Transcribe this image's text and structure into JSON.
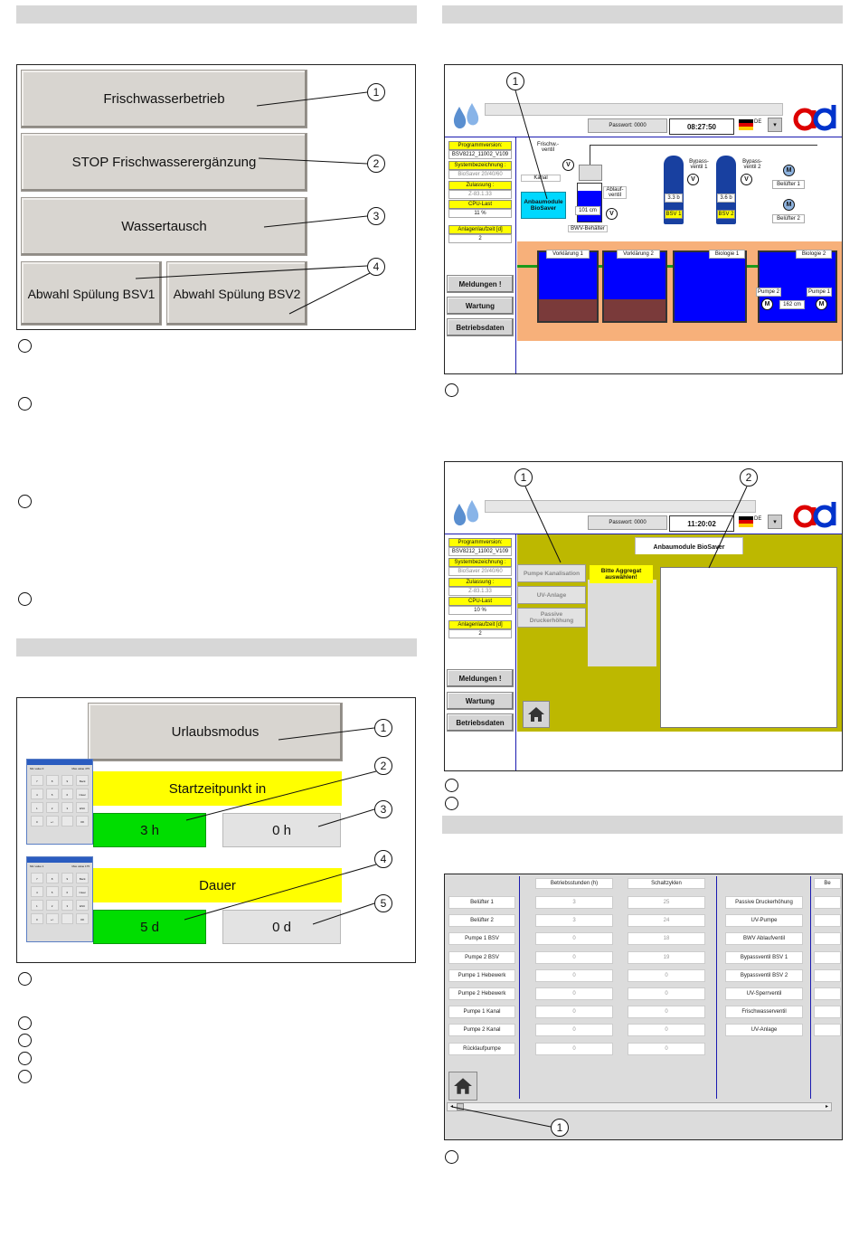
{
  "left": {
    "panel1": {
      "buttons": [
        "Frischwasserbetrieb",
        "STOP Frischwasserergänzung",
        "Wassertausch",
        "Abwahl Spülung BSV1",
        "Abwahl Spülung BSV2"
      ],
      "callouts": [
        "1",
        "2",
        "3",
        "4"
      ]
    },
    "panel2": {
      "urlaubsmodus": "Urlaubsmodus",
      "startzeitpunkt": "Startzeitpunkt in",
      "start_value": "3 h",
      "start_remaining": "0 h",
      "dauer": "Dauer",
      "dauer_value": "5 d",
      "dauer_remaining": "0 d",
      "callouts": [
        "1",
        "2",
        "3",
        "4",
        "5"
      ],
      "keypad_keys": [
        "7",
        "8",
        "9",
        "Back",
        "4",
        "5",
        "6",
        "Clear",
        "1",
        "2",
        "3",
        "ESC",
        "0",
        "+/-",
        "",
        "OK"
      ],
      "keypad1_min": "Min value  0",
      "keypad1_max": "Max value  475",
      "keypad2_min": "Min value  1",
      "keypad2_max": "Max value  175"
    }
  },
  "hmi": {
    "password": "Passwort: 0000",
    "time1": "08:27:50",
    "time2": "11:20:02",
    "lang": "DE",
    "info": {
      "program_label": "Programmversion:",
      "program_value": "BSV8212_11002_V109",
      "system_label": "Systembezeichnung :",
      "system_value": "BioSaver 20/40/60",
      "approval_label": "Zulassung :",
      "approval_value": "Z-83.1.33",
      "cpu_label": "CPU-Last",
      "cpu_value1": "11 %",
      "cpu_value2": "10 %",
      "runtime_label": "Anlagenlaufzeit  [d]",
      "runtime_value": "2"
    },
    "side_buttons": [
      "Meldungen !",
      "Wartung",
      "Betriebsdaten"
    ],
    "process": {
      "frischwasser_ventil": "Frischw.- ventil",
      "kanal": "Kanal",
      "anbaumodule": "Anbaumodule BioSaver",
      "ablaufventil": "Ablauf- ventil",
      "level_bwv": "101 cm",
      "bwv_behaelter": "BWV-Behälter",
      "bypass1": "Bypass- ventil 1",
      "bypass2": "Bypass- ventil 2",
      "bsv1_pressure": "3.3 b",
      "bsv2_pressure": "3.6 b",
      "bsv1": "BSV 1",
      "bsv2": "BSV 2",
      "belufter1": "Belüfter 1",
      "belufter2": "Belüfter 2",
      "vorklaerung1": "Vorklärung 1",
      "vorklaerung2": "Vorklärung 2",
      "biologie1": "Biologie 1",
      "biologie2": "Biologie 2",
      "pumpe2": "Pumpe 2",
      "pumpe1": "Pumpe 1",
      "level_bio": "162 cm",
      "valve_symbol": "V",
      "motor_symbol": "M"
    },
    "anbau": {
      "title": "Anbaumodule BioSaver",
      "items": [
        "Pumpe Kanalisation",
        "UV-Anlage",
        "Passive Druckerhöhung"
      ],
      "prompt": "Bitte Aggregat auswählen!"
    },
    "callouts_panel3": [
      "1"
    ],
    "callouts_panel4": [
      "1",
      "2"
    ]
  },
  "table": {
    "headers": [
      "Betriebsstunden (h)",
      "Schaltzyklen",
      "Be"
    ],
    "rows": [
      {
        "name": "Belüfter 1",
        "hours": "3",
        "cycles": "25"
      },
      {
        "name": "Belüfter 2",
        "hours": "3",
        "cycles": "24"
      },
      {
        "name": "Pumpe 1 BSV",
        "hours": "0",
        "cycles": "18"
      },
      {
        "name": "Pumpe 2 BSV",
        "hours": "0",
        "cycles": "19"
      },
      {
        "name": "Pumpe 1 Hebewerk",
        "hours": "0",
        "cycles": "0"
      },
      {
        "name": "Pumpe 2 Hebewerk",
        "hours": "0",
        "cycles": "0"
      },
      {
        "name": "Pumpe 1 Kanal",
        "hours": "0",
        "cycles": "0"
      },
      {
        "name": "Pumpe 2 Kanal",
        "hours": "0",
        "cycles": "0"
      },
      {
        "name": "Rücklaufpumpe",
        "hours": "0",
        "cycles": "0"
      }
    ],
    "right_items": [
      "Passive Druckerhöhung",
      "UV-Pumpe",
      "BWV Ablaufventil",
      "Bypassventil BSV 1",
      "Bypassventil BSV 2",
      "UV-Sperrventil",
      "Frischwasserventil",
      "UV-Anlage"
    ],
    "callout": "1"
  }
}
